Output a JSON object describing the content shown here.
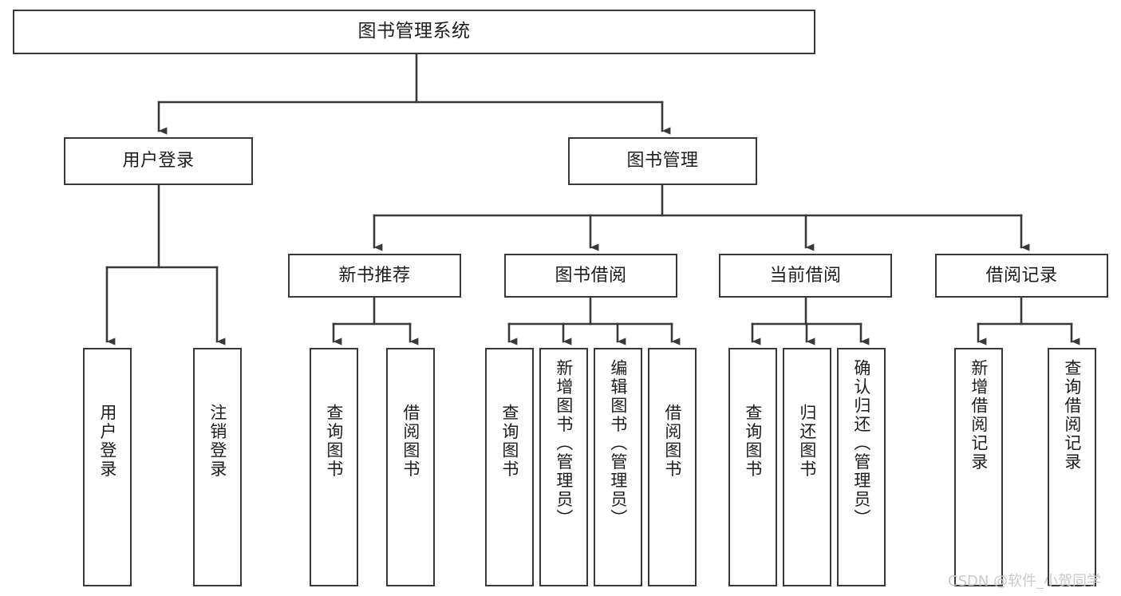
{
  "diagram": {
    "title": "图书管理系统",
    "type": "tree-hierarchy-functional-decomposition",
    "watermark": "CSDN @软件_小贺同学",
    "line_color": "#39393b",
    "box_fill": "#ffffff",
    "text_color": "#1d1d1f",
    "watermark_color": "#c9c9c9"
  },
  "nodes": {
    "root": {
      "label": "图书管理系统"
    },
    "level2": [
      {
        "label": "用户登录"
      },
      {
        "label": "图书管理"
      }
    ],
    "level3": [
      {
        "label": "新书推荐"
      },
      {
        "label": "图书借阅"
      },
      {
        "label": "当前借阅"
      },
      {
        "label": "借阅记录"
      }
    ],
    "leaves": {
      "user_login": [
        {
          "label": "用户登录"
        },
        {
          "label": "注销登录"
        }
      ],
      "new_book": [
        {
          "label": "查询图书"
        },
        {
          "label": "借阅图书"
        }
      ],
      "book_borrow": [
        {
          "label": "查询图书"
        },
        {
          "label": "新增图书（管理员）"
        },
        {
          "label": "编辑图书（管理员）"
        },
        {
          "label": "借阅图书"
        }
      ],
      "current_borrow": [
        {
          "label": "查询图书"
        },
        {
          "label": "归还图书"
        },
        {
          "label": "确认归还（管理员）"
        }
      ],
      "borrow_record": [
        {
          "label": "新增借阅记录"
        },
        {
          "label": "查询借阅记录"
        }
      ]
    }
  }
}
